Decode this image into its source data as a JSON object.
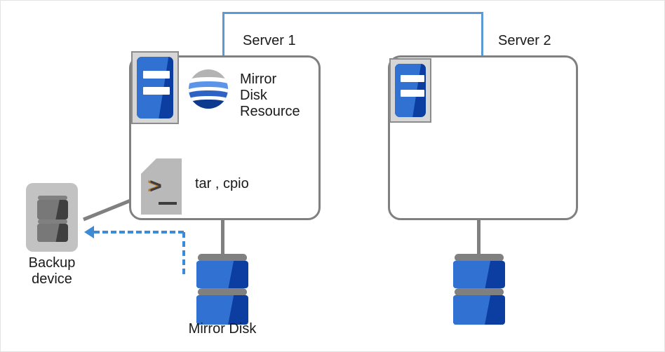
{
  "diagram": {
    "title_hidden": "",
    "nodes": {
      "server1": {
        "label": "Server 1",
        "icon": "server-icon",
        "resources": [
          {
            "label": "Mirror\nDisk\nResource",
            "icon": "mirror-disk-resource-icon"
          },
          {
            "label": "tar , cpio",
            "icon": "script-file-icon"
          }
        ]
      },
      "server2": {
        "label": "Server 2",
        "icon": "server-icon",
        "resources": []
      },
      "backup_device": {
        "label": "Backup\ndevice",
        "icon": "backup-device-icon"
      },
      "mirror_disk_1": {
        "label": "Mirror Disk",
        "icon": "disk-stack-icon"
      },
      "mirror_disk_2": {
        "label": "",
        "icon": "disk-stack-icon"
      }
    },
    "connections": {
      "interconnect": {
        "name": "server-interconnect-line",
        "style": "solid",
        "color": "#5b9bd5"
      },
      "server1_to_disk": {
        "name": "server1-disk-link",
        "style": "solid",
        "color": "#808080"
      },
      "server2_to_disk": {
        "name": "server2-disk-link",
        "style": "solid",
        "color": "#808080"
      },
      "backup_link": {
        "name": "backup-device-link",
        "style": "solid",
        "color": "#808080"
      },
      "backup_flow": {
        "name": "backup-data-flow-arrow",
        "style": "dashed",
        "color": "#3d8ad6",
        "direction": "mirror-disk-to-backup-device"
      }
    },
    "colors": {
      "accent_blue": "#5b9bd5",
      "dash_blue": "#3d8ad6",
      "disk_blue_light": "#3071d1",
      "disk_blue_dark": "#0b3ea0",
      "gray_line": "#808080",
      "case_gray": "#c2c2c2",
      "text": "#1a1a1a"
    }
  }
}
